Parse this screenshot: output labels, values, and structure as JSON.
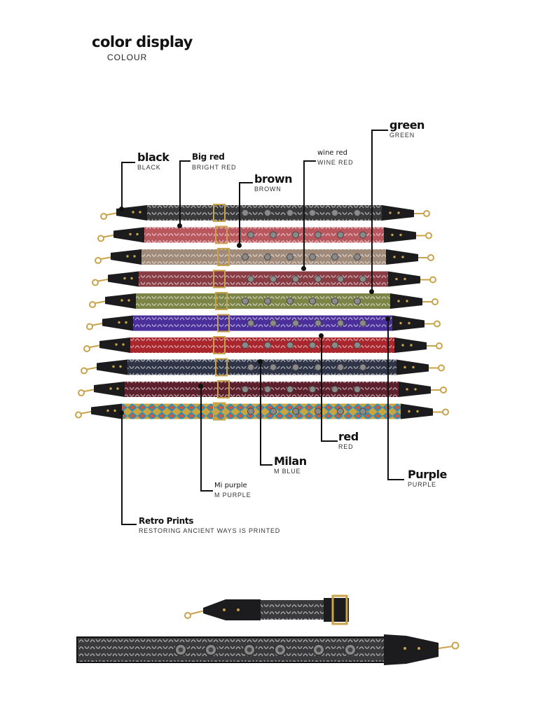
{
  "header": {
    "title": "color display",
    "subtitle": "COLOUR"
  },
  "labels": {
    "black": {
      "main": "black",
      "sub": "BLACK"
    },
    "big_red": {
      "main": "Big red",
      "sub": "BRIGHT RED"
    },
    "brown": {
      "main": "brown",
      "sub": "BROWN"
    },
    "wine_red": {
      "main": "wine red",
      "sub": "WINE RED"
    },
    "green": {
      "main": "green",
      "sub": "GREEN"
    },
    "red": {
      "main": "red",
      "sub": "RED"
    },
    "milan": {
      "main": "Milan",
      "sub": "M BLUE"
    },
    "purple": {
      "main": "Purple",
      "sub": "PURPLE"
    },
    "mi_purple": {
      "main": "Mi purple",
      "sub": "M PURPLE"
    },
    "retro": {
      "main": "Retro Prints",
      "sub": "RESTORING ANCIENT WAYS IS PRINTED"
    }
  },
  "colors": {
    "strap_black": "#3a3a3c",
    "strap_big_red": "#b9575e",
    "strap_brown": "#a08a7a",
    "strap_wine_red": "#8a3c44",
    "strap_green": "#7c8447",
    "strap_purple": "#4a2f9a",
    "strap_red": "#a8262c",
    "strap_milan": "#2f3446",
    "strap_mi_purple": "#5c1f2c",
    "strap_retro": "#c9a441",
    "leather": "#1c1c1e",
    "hardware": "#c9a34a"
  }
}
